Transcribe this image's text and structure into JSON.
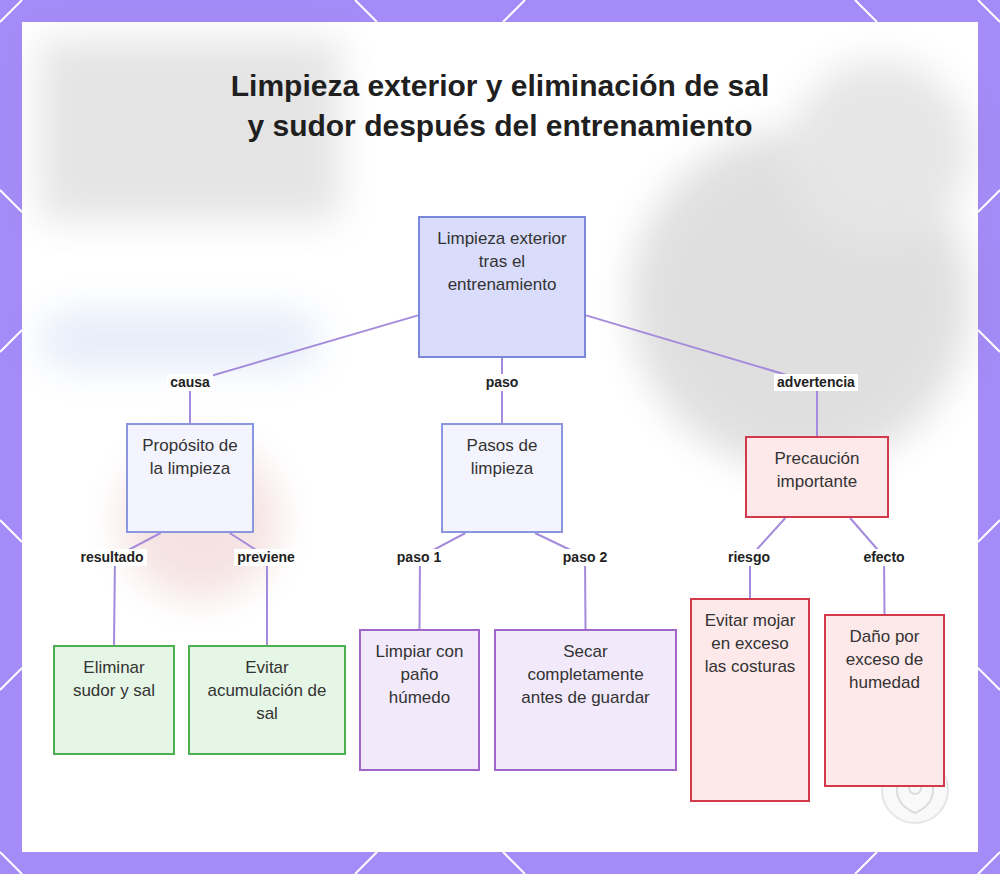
{
  "diagram": {
    "title": "Limpieza exterior y eliminación de sal y sudor después del entrenamiento",
    "nodes": [
      {
        "text": [
          "Limpieza exterior tras el entrenamiento"
        ]
      },
      {
        "text": [
          "Propósito de la limpieza"
        ]
      },
      {
        "text": [
          "Pasos de limpieza"
        ]
      },
      {
        "text": [
          "Precaución importante"
        ]
      },
      {
        "text": [
          "Eliminar sudor y sal"
        ]
      },
      {
        "text": [
          "Evitar acumulación de sal"
        ]
      },
      {
        "text": [
          "Limpiar con paño húmedo"
        ]
      },
      {
        "text": [
          "Secar completamente antes de guardar"
        ]
      },
      {
        "text": [
          "Evitar mojar en exceso las costuras"
        ]
      },
      {
        "text": [
          "Daño por exceso de humedad"
        ]
      }
    ],
    "edges": [
      {
        "from": 0,
        "to": 1,
        "label": "causa",
        "arrow": "none"
      },
      {
        "from": 0,
        "to": 2,
        "label": "paso",
        "arrow": "none"
      },
      {
        "from": 0,
        "to": 3,
        "label": "advertencia",
        "arrow": "none"
      },
      {
        "from": 1,
        "to": 4,
        "label": "resultado",
        "arrow": "none"
      },
      {
        "from": 1,
        "to": 5,
        "label": "previene",
        "arrow": "none"
      },
      {
        "from": 2,
        "to": 6,
        "label": "paso 1",
        "arrow": "none"
      },
      {
        "from": 2,
        "to": 7,
        "label": "paso 2",
        "arrow": "none"
      },
      {
        "from": 3,
        "to": 8,
        "label": "riesgo",
        "arrow": "none"
      },
      {
        "from": 3,
        "to": 9,
        "label": "efecto",
        "arrow": "none"
      }
    ]
  }
}
